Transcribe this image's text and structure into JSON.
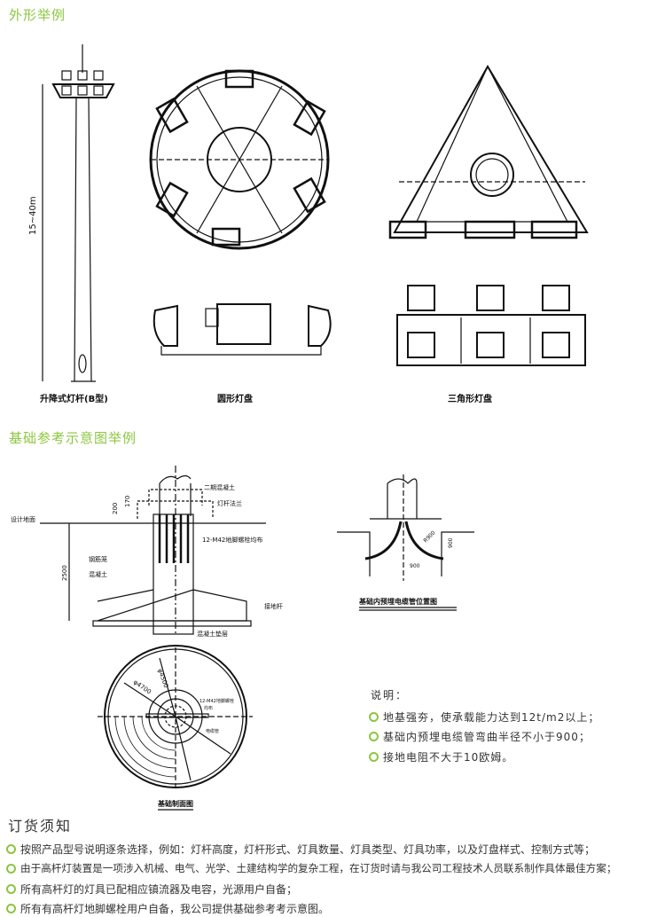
{
  "section1": {
    "title": "外形举例",
    "height_label": "15~40m",
    "captions": [
      "升降式灯杆(B型)",
      "圆形灯盘",
      "三角形灯盘"
    ]
  },
  "section2": {
    "title": "基础参考示意图举例",
    "foundation": {
      "labels": {
        "secondary_concrete": "二期混凝土",
        "pole_flange": "灯杆法兰",
        "design_ground": "设计地面",
        "bolts": "12-M42地脚螺栓均布",
        "rebar_cage": "钢筋笼",
        "concrete": "混凝土",
        "ground_rod": "接地杆",
        "concrete_cushion": "混凝土垫层",
        "dim_200": "200",
        "dim_170": "170",
        "dim_2500": "2500"
      }
    },
    "cable": {
      "caption": "基础内预埋电缆管位置图",
      "dim_r": "R900",
      "dim_h": "900",
      "dim_w": "900"
    },
    "section_view": {
      "caption": "基础制面图",
      "dim_4500": "φ4500",
      "dim_4700": "φ4700",
      "bolts": "12-M42地脚螺栓",
      "bolts2": "均布",
      "conduit": "电缆管"
    },
    "notes": {
      "title": "说明：",
      "items": [
        "地基强夯，使承载能力达到12t/m2以上；",
        "基础内预埋电缆管弯曲半径不小于900；",
        "接地电阻不大于10欧姆。"
      ]
    }
  },
  "ordering": {
    "title": "订货须知",
    "items": [
      "按照产品型号说明逐条选择，例如：灯杆高度，灯杆形式、灯具数量、灯具类型、灯具功率，以及灯盘样式、控制方式等；",
      "由于高杆灯装置是一项涉入机械、电气、光学、土建结构学的复杂工程，在订货时请与我公司工程技术人员联系制作具体最佳方案；",
      "所有高杆灯的灯具已配相应镇流器及电容，光源用户自备；",
      "所有有高杆灯地脚螺栓用户自备，我公司提供基础参考考示意图。"
    ]
  },
  "colors": {
    "accent": "#8cc63f",
    "text": "#333333"
  }
}
